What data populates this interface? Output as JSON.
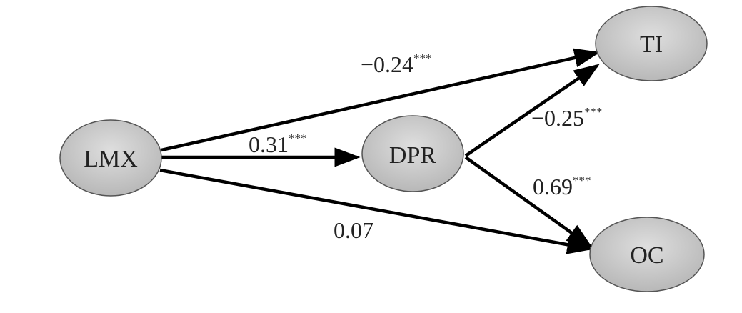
{
  "nodes": {
    "lmx": "LMX",
    "dpr": "DPR",
    "ti": "TI",
    "oc": "OC"
  },
  "edges": {
    "lmx_ti": {
      "coef": "−0.24",
      "sig": "***"
    },
    "lmx_dpr": {
      "coef": "0.31",
      "sig": "***"
    },
    "lmx_oc": {
      "coef": "0.07",
      "sig": ""
    },
    "dpr_ti": {
      "coef": "−0.25",
      "sig": "***"
    },
    "dpr_oc": {
      "coef": "0.69",
      "sig": "***"
    }
  },
  "colors": {
    "node_fill": "#c8c8c8",
    "line": "#000000"
  }
}
